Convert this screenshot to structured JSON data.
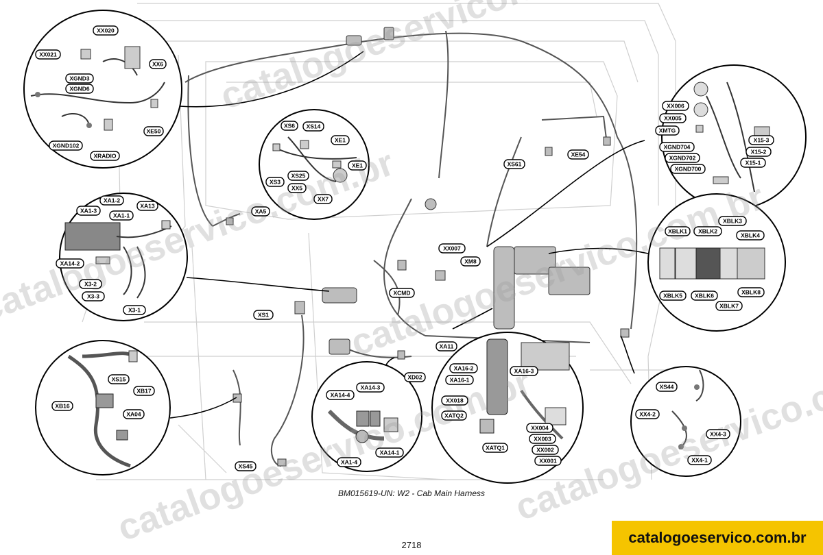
{
  "caption": "BM015619-UN: W2 - Cab Main Harness",
  "page_number": "2718",
  "brand_badge": "catalogoeservico.com.br",
  "brand_badge_color": "#f5c400",
  "watermark_text": "catalogoeservico.com.br",
  "callouts": {
    "xx020": "XX020",
    "xx021": "XX021",
    "xx6": "XX6",
    "xgnd3": "XGND3",
    "xgnd6": "XGND6",
    "xgnd102": "XGND102",
    "xradio": "XRADIO",
    "xe50": "XE50",
    "xs6": "XS6",
    "xs14": "XS14",
    "xe1a": "XE1",
    "xe1b": "XE1",
    "xs3": "XS3",
    "xs25": "XS25",
    "xx5": "XX5",
    "xx7": "XX7",
    "xa5": "XA5",
    "xs61": "XS61",
    "xe54": "XE54",
    "xx006": "XX006",
    "xx005": "XX005",
    "xmtg": "XMTG",
    "xgnd704": "XGND704",
    "xgnd702": "XGND702",
    "xgnd700": "XGND700",
    "x15_3": "X15-3",
    "x15_2": "X15-2",
    "x15_1": "X15-1",
    "xa1_2": "XA1-2",
    "xa1_3": "XA1-3",
    "xa13": "XA13",
    "xa1_1": "XA1-1",
    "xa14_2": "XA14-2",
    "x3_2": "X3-2",
    "x3_3": "X3-3",
    "x3_1": "X3-1",
    "xx007": "XX007",
    "xm8": "XM8",
    "xcmd": "XCMD",
    "xs1": "XS1",
    "xblk1": "XBLK1",
    "xblk2": "XBLK2",
    "xblk3": "XBLK3",
    "xblk4": "XBLK4",
    "xblk5": "XBLK5",
    "xblk6": "XBLK6",
    "xblk7": "XBLK7",
    "xblk8": "XBLK8",
    "xs15": "XS15",
    "xb17": "XB17",
    "xb16": "XB16",
    "xa04": "XA04",
    "xa11": "XA11",
    "xd02": "XD02",
    "xa14_4": "XA14-4",
    "xa14_3": "XA14-3",
    "xa1_4": "XA1-4",
    "xa14_1": "XA14-1",
    "xa16_2": "XA16-2",
    "xa16_1": "XA16-1",
    "xa16_3": "XA16-3",
    "xx018": "XX018",
    "xatq2": "XATQ2",
    "xatq1": "XATQ1",
    "xx004": "XX004",
    "xx003": "XX003",
    "xx002": "XX002",
    "xx001": "XX001",
    "xs44": "XS44",
    "xx4_2": "XX4-2",
    "xx4_3": "XX4-3",
    "xx4_1": "XX4-1",
    "xs45": "XS45"
  }
}
